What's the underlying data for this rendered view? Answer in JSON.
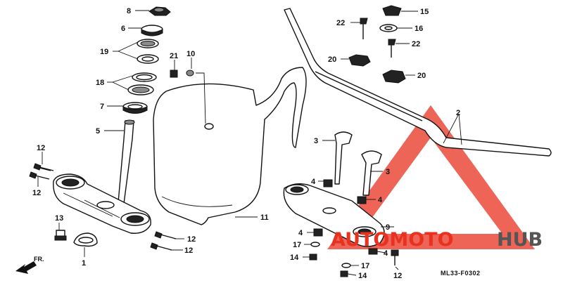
{
  "diagram_code": "ML33-F0302",
  "front_marker": "FR.",
  "watermark": {
    "part1": "AUTOMOTO",
    "part2": "HUB",
    "color_main": "#e8321f",
    "color_hub": "#555555"
  },
  "callouts": {
    "c1": "1",
    "c2": "2",
    "c3a": "3",
    "c3b": "3",
    "c4a": "4",
    "c4b": "4",
    "c4c": "4",
    "c4d": "4",
    "c5": "5",
    "c6": "6",
    "c7": "7",
    "c8": "8",
    "c9": "9",
    "c10": "10",
    "c11": "11",
    "c12a": "12",
    "c12b": "12",
    "c12c": "12",
    "c12d": "12",
    "c12e": "12",
    "c13": "13",
    "c14a": "14",
    "c14b": "14",
    "c15": "15",
    "c16": "16",
    "c17a": "17",
    "c17b": "17",
    "c18": "18",
    "c19": "19",
    "c20a": "20",
    "c20b": "20",
    "c21": "21",
    "c22a": "22",
    "c22b": "22"
  }
}
